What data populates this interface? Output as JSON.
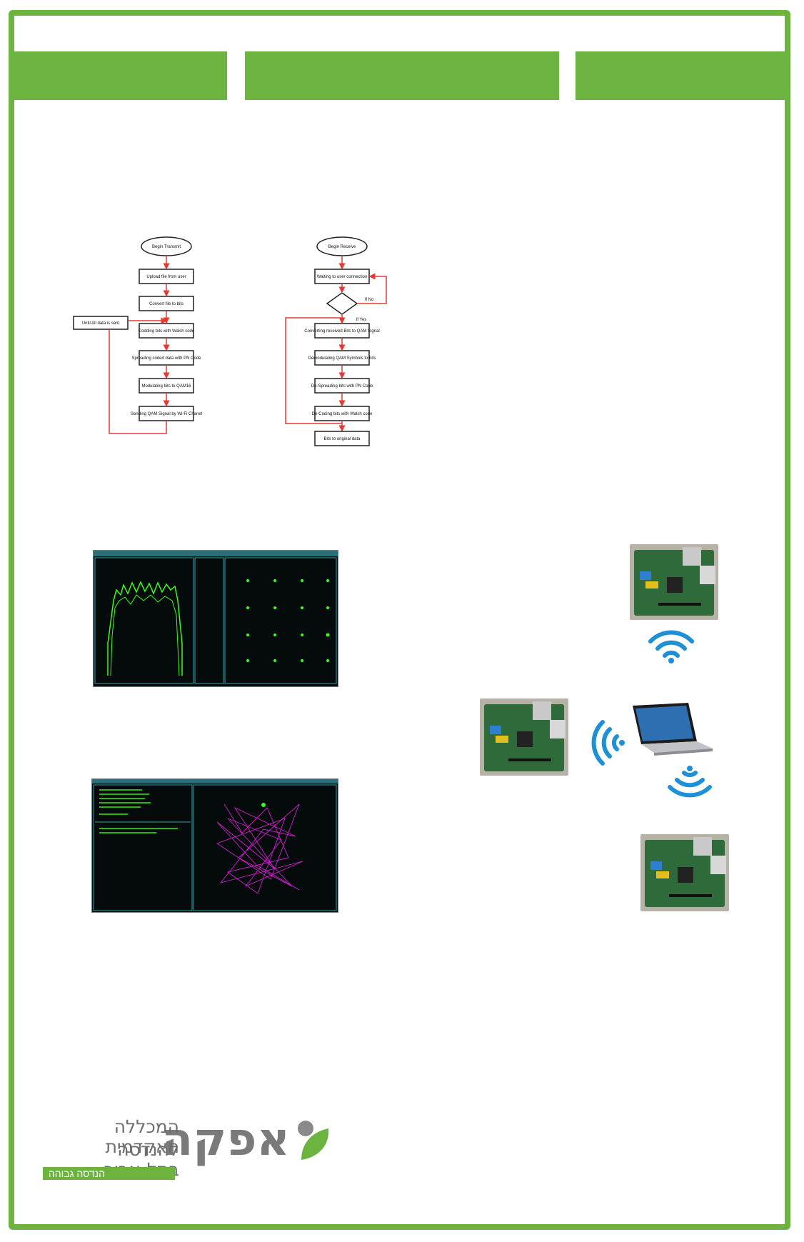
{
  "colors": {
    "frame_green": "#6db33f",
    "flow_line": "#e53935",
    "wifi_blue": "#1f8fd6",
    "scope_green": "#39ff14",
    "scope_magenta": "#d020d0"
  },
  "transmit_flow": {
    "start": "Begin Transmit",
    "steps": [
      "Upload file from user",
      "Convert file to bits",
      "Codding bits with Walsh code",
      "Spreading coded data with PN Code",
      "Modulating bits to QAM16",
      "Sending QAM Signal by Wi-Fi Chanel"
    ],
    "loop_label": "Until All data is sent"
  },
  "receive_flow": {
    "start": "Begin Receive",
    "steps": [
      "Waiting to user connection",
      "Converting received Bits to QAM Signal",
      "Demodulating QAM Symbols to bits",
      "De-Spreading bits with PN Code",
      "De-Coding bits with Walsh code",
      "Bits to original data"
    ],
    "if_no": "If No",
    "if_yes": "If Yes"
  },
  "icons": [
    "wifi-icon",
    "laptop-icon",
    "raspberry-pi-board"
  ],
  "logo": {
    "brand": "אפקה",
    "line1": "המכללה האקדמית",
    "line2": "להנדסה בתל-אביב",
    "tagline": "הנדסה גבוהה"
  }
}
